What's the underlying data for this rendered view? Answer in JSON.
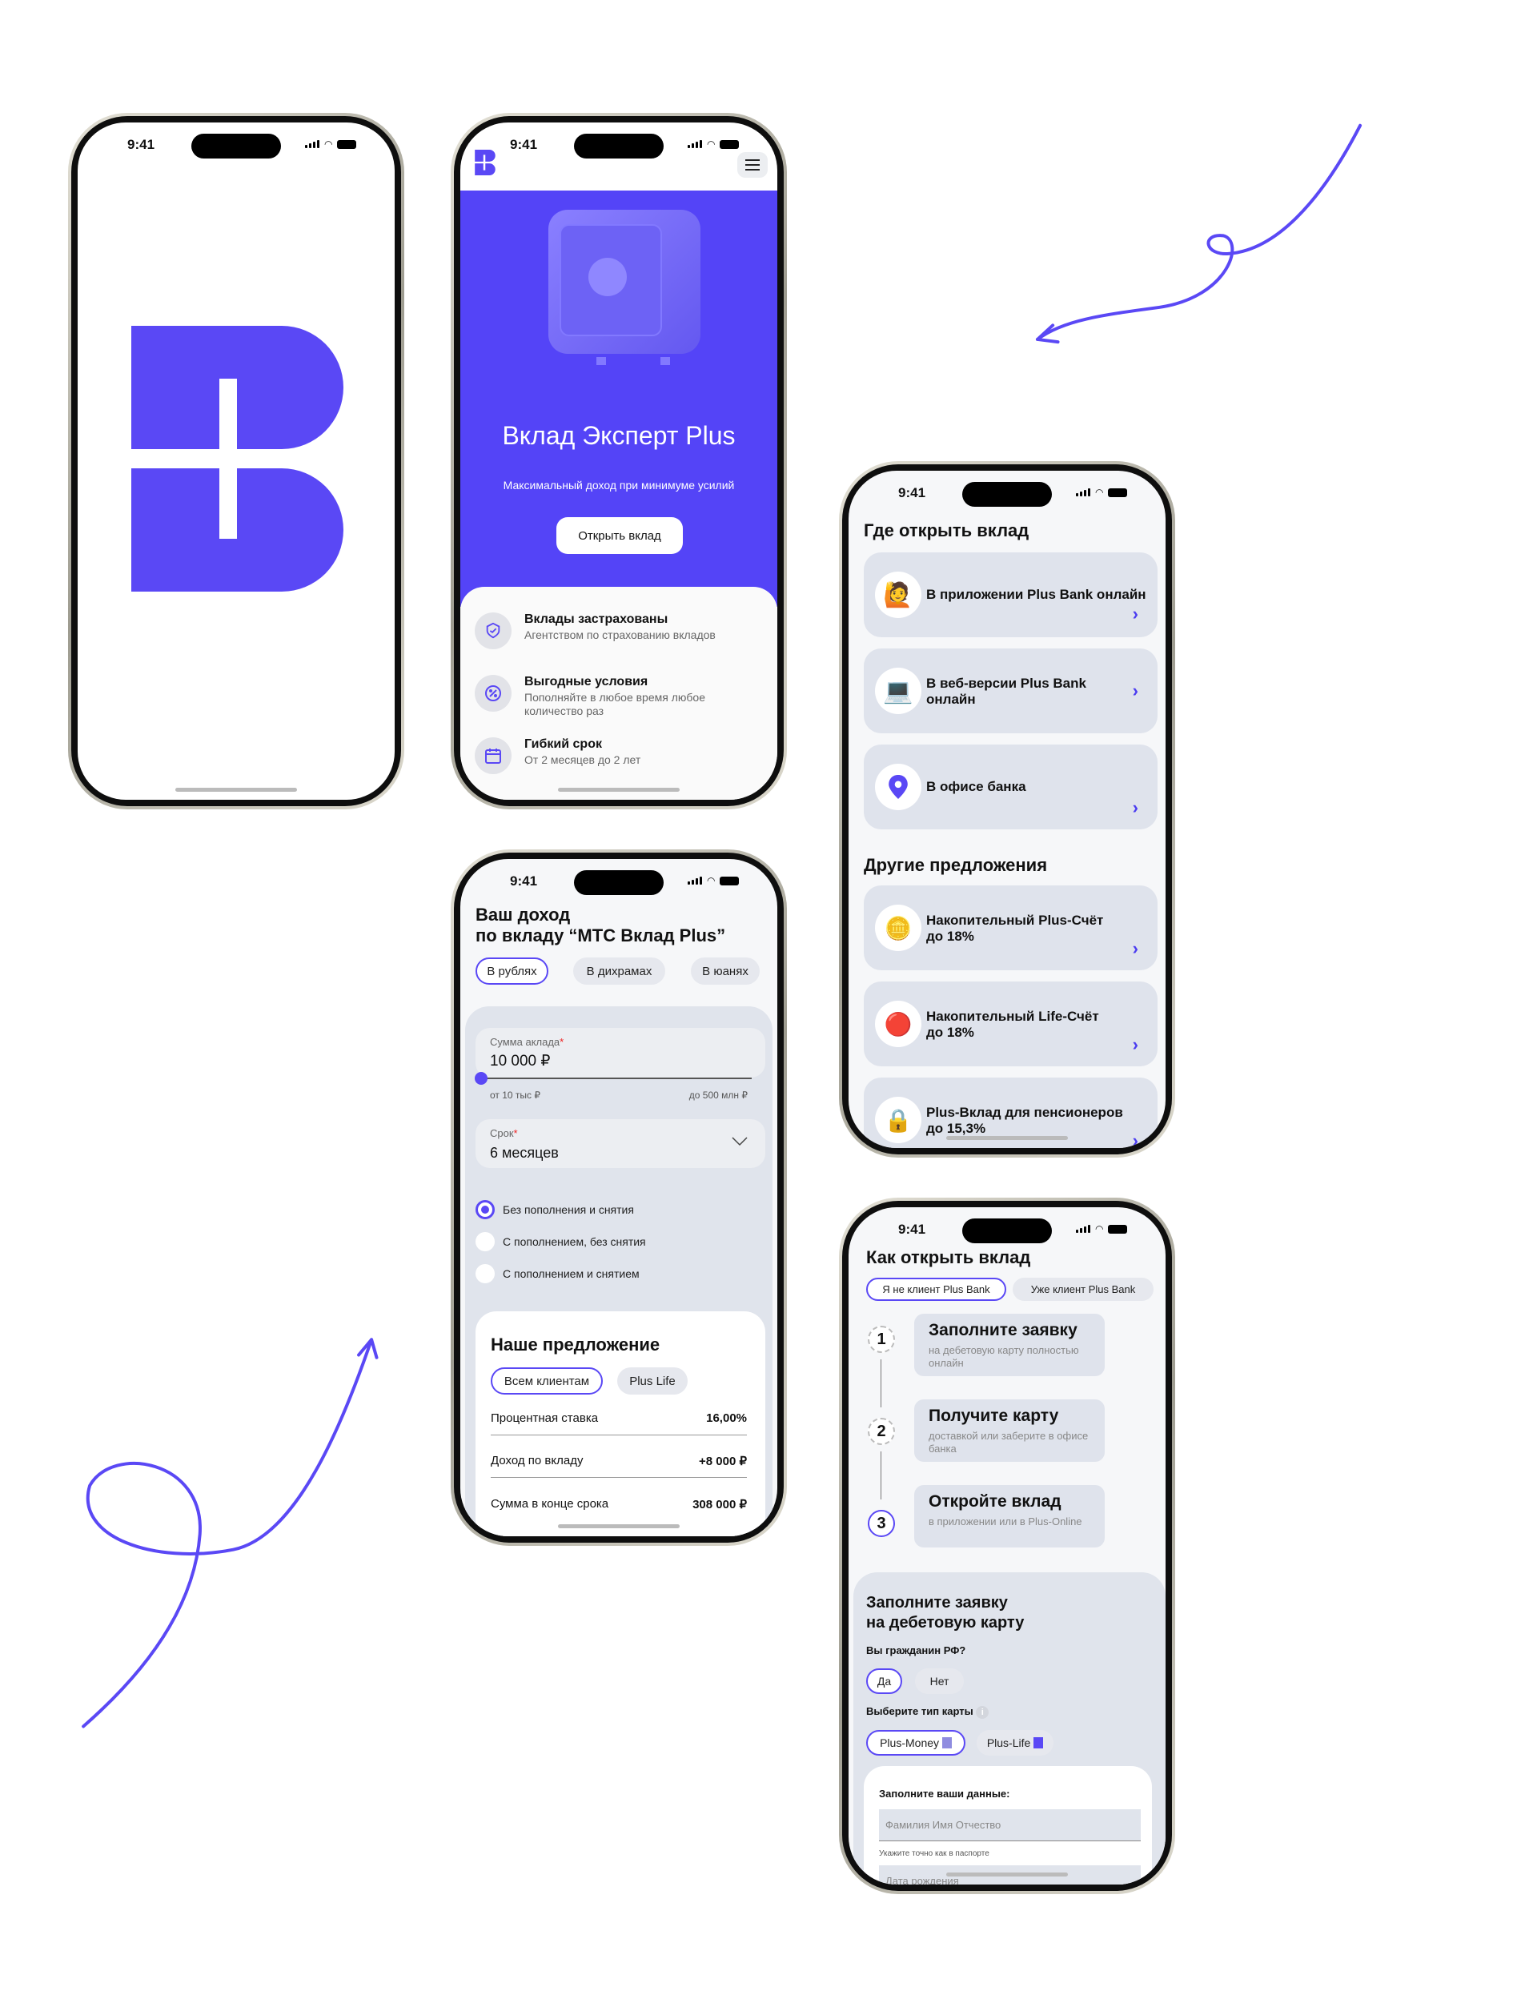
{
  "status": {
    "time": "9:41"
  },
  "colors": {
    "accent": "#5a48f5",
    "panel": "#dfe3ec",
    "arrow": "#5a48f5"
  },
  "splash": {
    "logo": "plus-bank-logo"
  },
  "promo": {
    "menu_icon": "hamburger-icon",
    "title": "Вклад Эксперт Plus",
    "subtitle": "Максимальный доход при минимуме усилий",
    "button": "Открыть вклад",
    "features": [
      {
        "icon": "shield-check-icon",
        "title": "Вклады застрахованы",
        "text": "Агентством по страхованию вкладов"
      },
      {
        "icon": "percent-icon",
        "title": "Выгодные условия",
        "text": "Пополняйте в любое время любое количество раз"
      },
      {
        "icon": "calendar-icon",
        "title": "Гибкий срок",
        "text": "От 2 месяцев до 2 лет"
      }
    ]
  },
  "where": {
    "title": "Где открыть вклад",
    "options": [
      "В приложении Plus Bank онлайн",
      "В веб-версии Plus Bank онлайн",
      "В офисе банка"
    ],
    "other_title": "Другие предложения",
    "offers": [
      "Накопительный Plus-Счёт до 18%",
      "Накопительный Life-Счёт до 18%",
      "Plus-Вклад для пенсионеров до 15,3%"
    ]
  },
  "income": {
    "title_line1": "Ваш доход",
    "title_line2": "по вкладу “МТС Вклад Plus”",
    "tabs": [
      "В рублях",
      "В дихрамах",
      "В юанях"
    ],
    "active_tab": 0,
    "amount_label": "Сумма аклада",
    "amount_value": "10 000 ₽",
    "slider_fraction": 0,
    "min_label": "от 10 тыс ₽",
    "max_label": "до 500 млн ₽",
    "term_label": "Срок",
    "term_value": "6 месяцев",
    "required_mark": "*",
    "options": [
      "Без пополнения и снятия",
      "С пополнением, без снятия",
      "С пополнением и снятием"
    ],
    "selected_option": 0,
    "offer_title": "Наше предложение",
    "offer_tabs": [
      "Всем клиентам",
      "Plus Life"
    ],
    "rows": [
      {
        "label": "Процентная ставка",
        "value": "16,00%"
      },
      {
        "label": "Доход по вкладу",
        "value": "+8 000 ₽"
      },
      {
        "label": "Сумма в конце срока",
        "value": "308 000 ₽"
      }
    ]
  },
  "howto": {
    "title": "Как открыть вклад",
    "tabs": [
      "Я не клиент Plus Bank",
      "Уже клиент Plus Bank"
    ],
    "steps": [
      {
        "n": "1",
        "title": "Заполните заявку",
        "text": "на дебетовую карту полностью онлайн"
      },
      {
        "n": "2",
        "title": "Получите карту",
        "text": "доставкой или заберите в офисе банка"
      },
      {
        "n": "3",
        "title": "Откройте вклад",
        "text": "в приложении или в Plus-Online"
      }
    ],
    "form_title1": "Заполните заявку",
    "form_title2": "на дебетовую карту",
    "citizen_q": "Вы гражданин РФ?",
    "yes": "Да",
    "no": "Нет",
    "card_type_q": "Выберите тип карты",
    "info_icon": "i",
    "card_types": [
      "Plus-Money",
      "Plus-Life"
    ],
    "data_title": "Заполните ваши данные:",
    "name_placeholder": "Фамилия Имя Отчество",
    "name_hint": "Укажите точно как в паспорте",
    "dob_placeholder": "Дата рождения"
  }
}
